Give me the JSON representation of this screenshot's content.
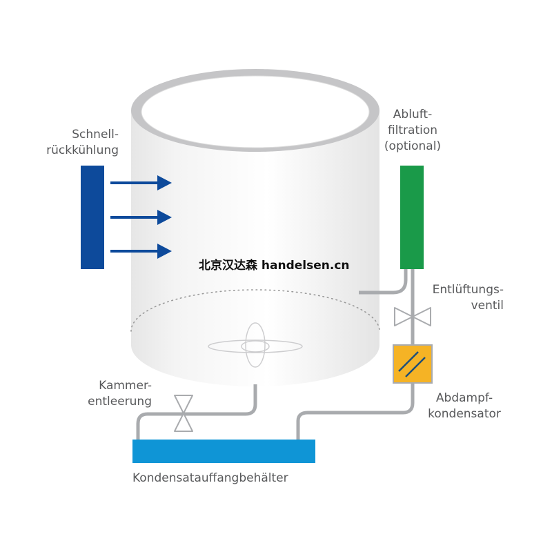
{
  "labels": {
    "quick_cooling_line1": "Schnell-",
    "quick_cooling_line2": "rückkühlung",
    "exhaust_filtration_line1": "Abluft-",
    "exhaust_filtration_line2": "filtration",
    "exhaust_filtration_line3": "(optional)",
    "vent_valve_line1": "Entlüftungs-",
    "vent_valve_line2": "ventil",
    "chamber_drain_line1": "Kammer-",
    "chamber_drain_line2": "entleerung",
    "steam_condenser_line1": "Abdampf-",
    "steam_condenser_line2": "kondensator",
    "condensate_tank": "Kondensatauffangbehälter"
  },
  "watermark": "北京汉达森 handelsen.cn",
  "colors": {
    "cooler": "#0d4a9b",
    "filter": "#1a9a49",
    "condenser": "#f5b325",
    "tank": "#0f95d6",
    "pipe": "#a9abae",
    "label_text": "#58595b"
  },
  "icons": [
    "arrow-right-icon",
    "valve-icon",
    "fan-icon"
  ]
}
